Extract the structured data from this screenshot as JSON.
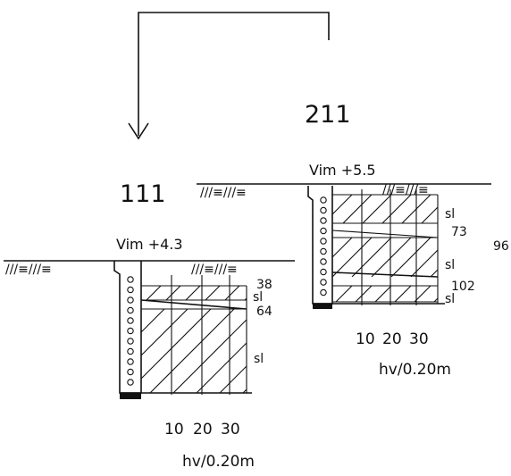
{
  "points": {
    "p111": {
      "id": "111",
      "level": "Vim  +4.3",
      "soil_label": "sl",
      "depth_labels": [
        "38",
        "64"
      ],
      "soil_labels_small": [
        "sl"
      ],
      "axis_ticks": [
        "10",
        "20",
        "30"
      ],
      "axis_unit": "hv/0.20m"
    },
    "p211": {
      "id": "211",
      "level": "Vim  +5.5",
      "soil_labels": [
        "sl",
        "sl",
        "sl"
      ],
      "depth_labels": [
        "73",
        "102"
      ],
      "side_label": "96",
      "axis_ticks": [
        "10",
        "20",
        "30"
      ],
      "axis_unit": "hv/0.20m"
    }
  }
}
